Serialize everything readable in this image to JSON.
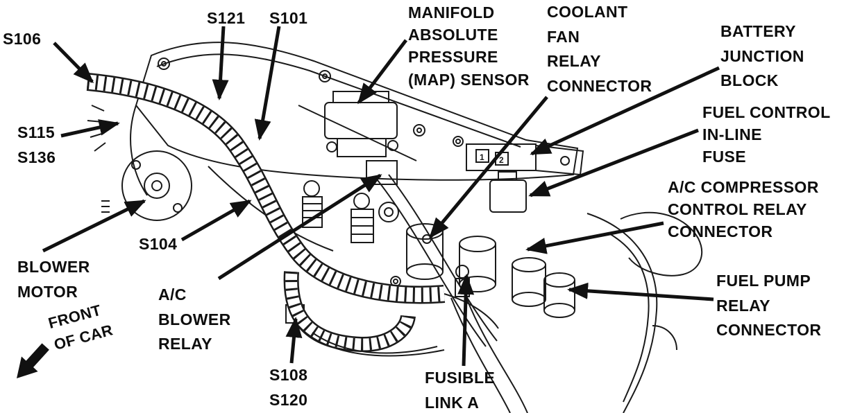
{
  "diagram": {
    "type": "engine-compartment-wiring-harness-diagram",
    "labels": {
      "s106": "S106",
      "s121": "S121",
      "s101": "S101",
      "map_sensor": "MANIFOLD\nABSOLUTE\nPRESSURE\n(MAP) SENSOR",
      "coolant_fan": "COOLANT\nFAN\nRELAY\nCONNECTOR",
      "battery_junction": "BATTERY\nJUNCTION\nBLOCK",
      "fuel_control_fuse": "FUEL CONTROL\nIN-LINE\nFUSE",
      "ac_compressor": "A/C COMPRESSOR\nCONTROL RELAY\nCONNECTOR",
      "fuel_pump": "FUEL PUMP\nRELAY\nCONNECTOR",
      "s115_s136": "S115\nS136",
      "s104": "S104",
      "blower_motor": "BLOWER\nMOTOR",
      "ac_blower_relay": "A/C\nBLOWER\nRELAY",
      "s108_s120": "S108\nS120",
      "fusible_link": "FUSIBLE\nLINK A",
      "front_of_car": "FRONT\nOF CAR",
      "junction_slot_1": "1",
      "junction_slot_2": "2"
    },
    "colors": {
      "ink": "#111111",
      "background": "#ffffff"
    }
  }
}
